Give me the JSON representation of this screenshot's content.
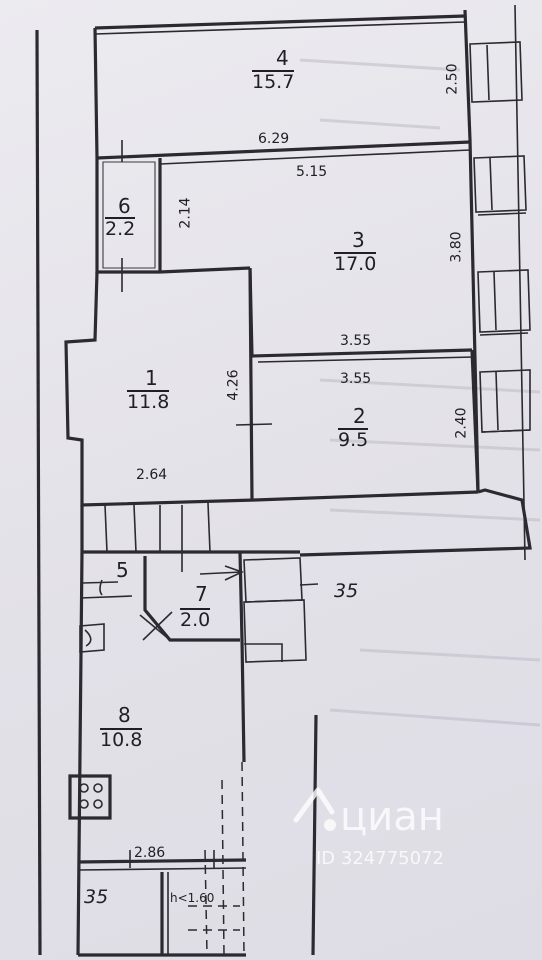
{
  "rooms": [
    {
      "number": "4",
      "area": "15.7"
    },
    {
      "number": "6",
      "area": "2.2"
    },
    {
      "number": "3",
      "area": "17.0"
    },
    {
      "number": "1",
      "area": "11.8"
    },
    {
      "number": "2",
      "area": "9.5"
    },
    {
      "number": "5",
      "area": ""
    },
    {
      "number": "7",
      "area": "2.0"
    },
    {
      "number": "8",
      "area": "10.8"
    }
  ],
  "dimensions": {
    "d1": "2.50",
    "d2": "6.29",
    "d3": "5.15",
    "d4": "2.14",
    "d5": "3.80",
    "d6": "3.55",
    "d7": "3.55",
    "d8": "4.26",
    "d9": "2.40",
    "d10": "2.64",
    "d11": "2.86",
    "d12": "h<1.60"
  },
  "marks": {
    "m1": "35",
    "m2": "35"
  },
  "watermark": {
    "brand": "циан",
    "id": "ID 324775072"
  },
  "colors": {
    "paper": "#e6e4ea",
    "ink": "#2a2a30"
  }
}
